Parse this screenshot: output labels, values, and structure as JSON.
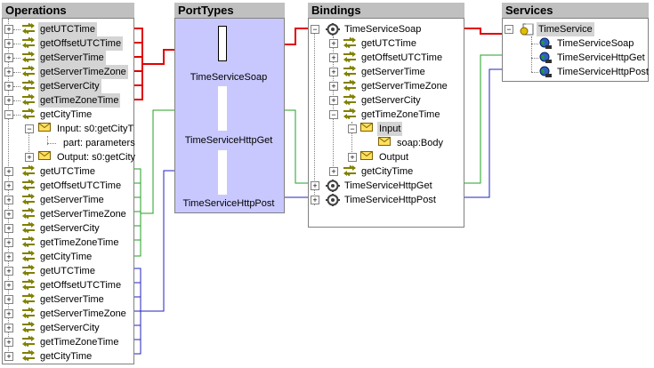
{
  "operations": {
    "title": "Operations",
    "group1": [
      "getUTCTime",
      "getOffsetUTCTime",
      "getServerTime",
      "getServerTimeZone",
      "getServerCity",
      "getTimeZoneTime",
      "getCityTime"
    ],
    "input_label": "Input: s0:getCityT",
    "part_label": "part: parameters",
    "output_label": "Output: s0:getCity",
    "group2": [
      "getUTCTime",
      "getOffsetUTCTime",
      "getServerTime",
      "getServerTimeZone",
      "getServerCity",
      "getTimeZoneTime",
      "getCityTime"
    ],
    "group3": [
      "getUTCTime",
      "getOffsetUTCTime",
      "getServerTime",
      "getServerTimeZone",
      "getServerCity",
      "getTimeZoneTime",
      "getCityTime"
    ]
  },
  "porttypes": {
    "title": "PortTypes",
    "items": [
      "TimeServiceSoap",
      "TimeServiceHttpGet",
      "TimeServiceHttpPost"
    ]
  },
  "bindings": {
    "title": "Bindings",
    "soap": "TimeServiceSoap",
    "ops_a": [
      "getUTCTime",
      "getOffsetUTCTime",
      "getServerTime",
      "getServerTimeZone",
      "getServerCity"
    ],
    "zone_op": "getTimeZoneTime",
    "input": "Input",
    "soap_body": "soap:Body",
    "output": "Output",
    "city_op": "getCityTime",
    "httpget": "TimeServiceHttpGet",
    "httppost": "TimeServiceHttpPost"
  },
  "services": {
    "title": "Services",
    "service": "TimeService",
    "ports": [
      "TimeServiceSoap",
      "TimeServiceHttpGet",
      "TimeServiceHttpPost"
    ]
  },
  "colors": {
    "red": "#e00000",
    "green": "#20a020",
    "blue": "#2020c0",
    "porttype_bg": "#c8c8ff",
    "title_bg": "#c0c0c0"
  },
  "icons": {
    "operation": "double-arrow-icon",
    "message": "envelope-icon",
    "binding": "binding-gear-icon",
    "service": "service-icon",
    "port": "globe-port-icon"
  }
}
